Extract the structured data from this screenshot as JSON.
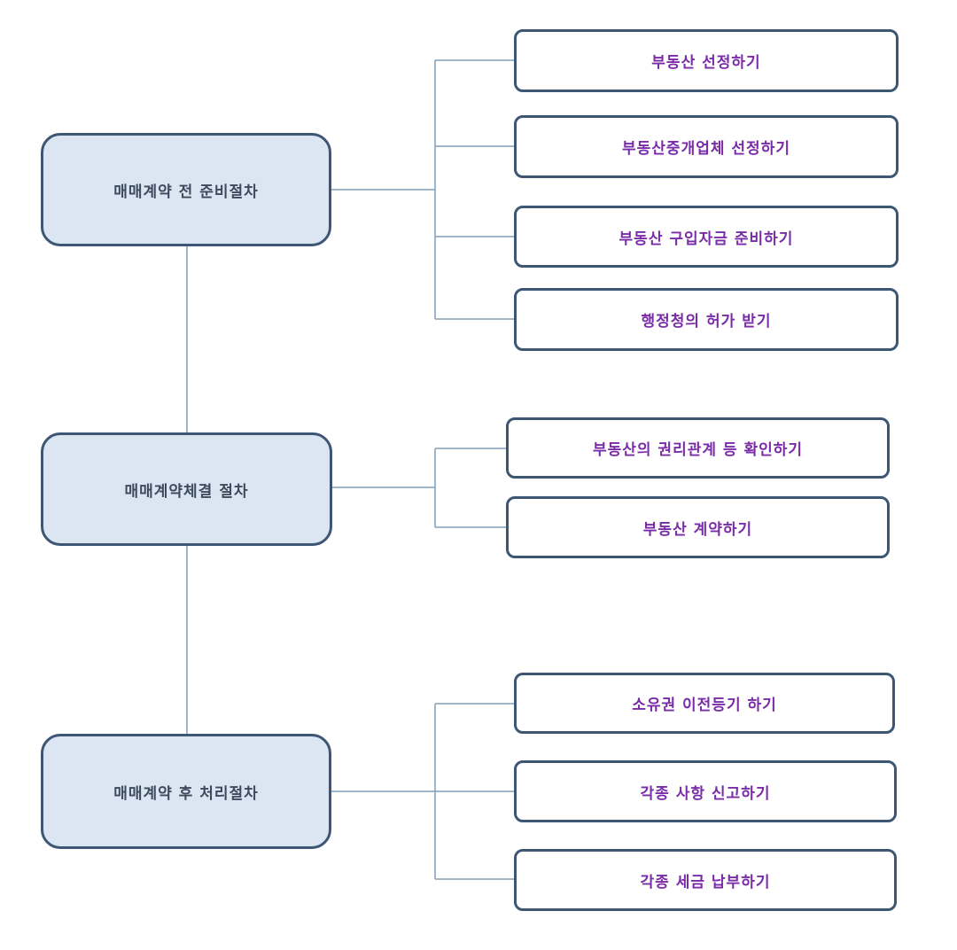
{
  "stages": [
    {
      "label": "매매계약 전 준비절차",
      "tasks": [
        "부동산 선정하기",
        "부동산중개업체 선정하기",
        "부동산 구입자금 준비하기",
        "행정청의 허가 받기"
      ]
    },
    {
      "label": "매매계약체결 절차",
      "tasks": [
        "부동산의 권리관계 등 확인하기",
        "부동산 계약하기"
      ]
    },
    {
      "label": "매매계약 후 처리절차",
      "tasks": [
        "소유권 이전등기 하기",
        "각종 사항 신고하기",
        "각종 세금 납부하기"
      ]
    }
  ],
  "colors": {
    "stage_fill": "#dce6f2",
    "box_border": "#3d5673",
    "stage_text": "#3b4a5c",
    "task_text": "#7a2ca8",
    "connector": "#7f9fbc"
  }
}
